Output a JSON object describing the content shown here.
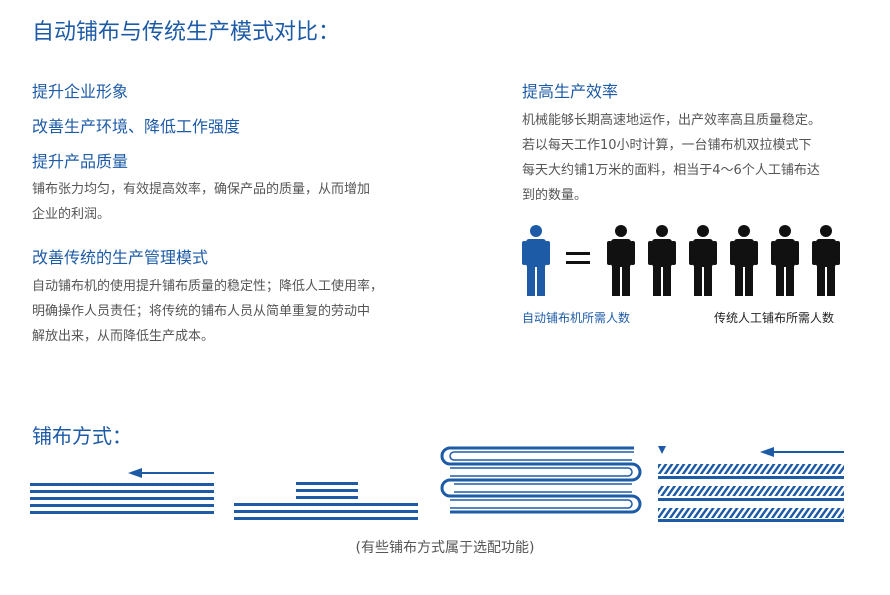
{
  "title": "自动铺布与传统生产模式对比：",
  "left": {
    "benefit1": "提升企业形象",
    "benefit2": "改善生产环境、降低工作强度",
    "benefit3": "提升产品质量",
    "benefit3_desc": [
      "铺布张力均匀，有效提高效率，确保产品的质量，从而增加",
      "企业的利润。"
    ],
    "benefit4": "改善传统的生产管理模式",
    "benefit4_desc": [
      "自动铺布机的使用提升铺布质量的稳定性；降低人工使用率，",
      "明确操作人员责任；将传统的铺布人员从简单重复的劳动中",
      "解放出来，从而降低生产成本。"
    ]
  },
  "right": {
    "heading": "提高生产效率",
    "desc": [
      "机械能够长期高速地运作，出产效率高且质量稳定。",
      "若以每天工作10小时计算，一台铺布机双拉模式下",
      "每天大约铺1万米的面料，相当于4～6个人工铺布达",
      "到的数量。"
    ],
    "auto_caption": "自动铺布机所需人数",
    "manual_caption": "传统人工铺布所需人数"
  },
  "methods": {
    "heading": "铺布方式：",
    "note": "(有些铺布方式属于选配功能)"
  },
  "colors": {
    "accent": "#1e5ba7",
    "figure": "#111111",
    "text": "#555555"
  }
}
